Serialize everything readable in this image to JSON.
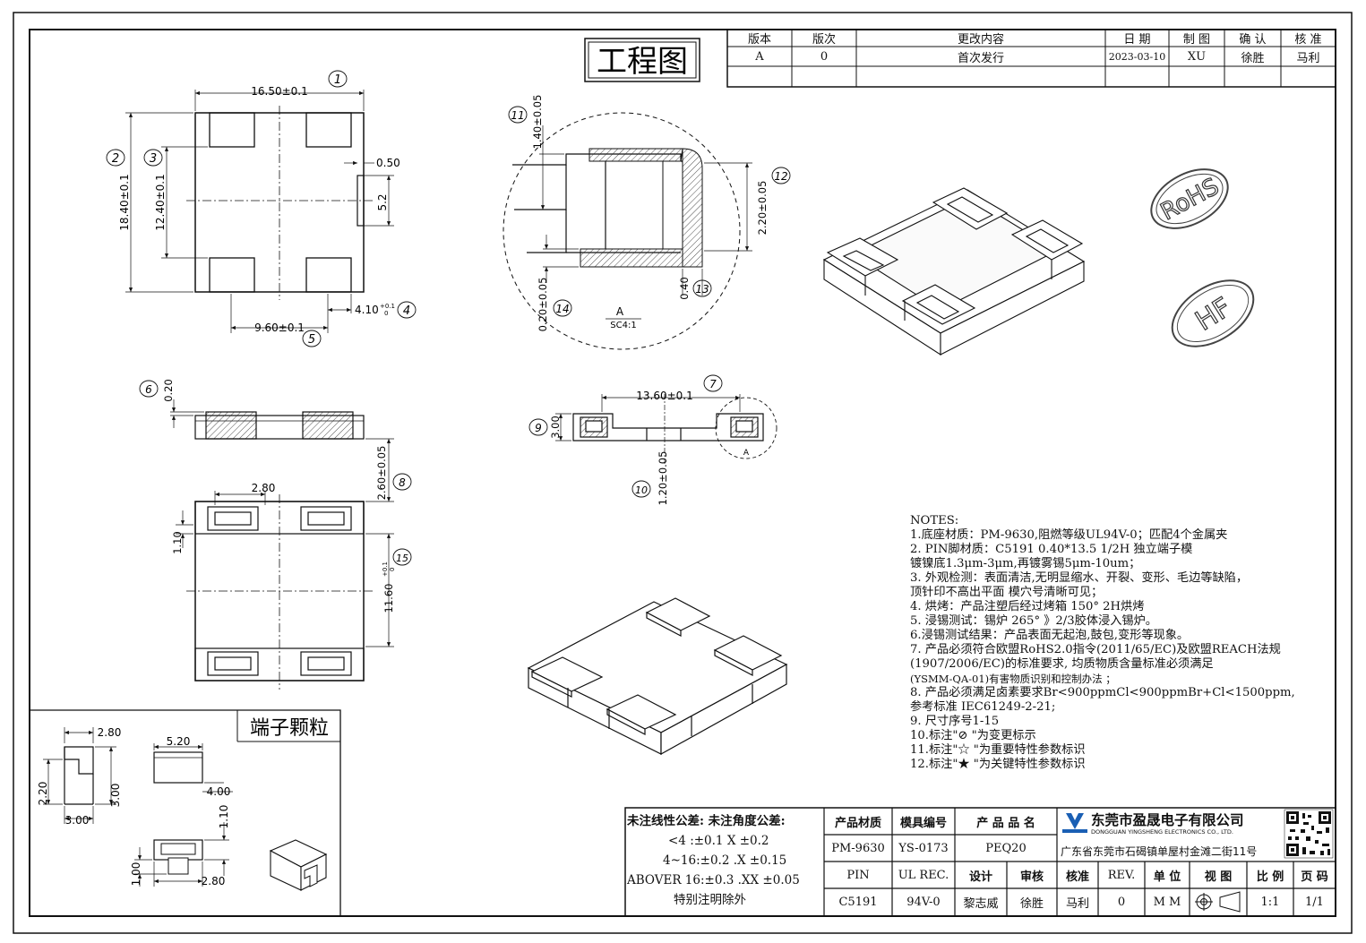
{
  "drawing_title": "工程图",
  "revision_table": {
    "headers": [
      "版本",
      "版次",
      "更改内容",
      "日 期",
      "制 图",
      "确 认",
      "核 准"
    ],
    "row": [
      "A",
      "0",
      "首次发行",
      "2023-03-10",
      "XU",
      "徐胜",
      "马利"
    ]
  },
  "marks": {
    "rohs": "RoHS",
    "hf": "HF"
  },
  "dimensions": {
    "d1": "16.50±0.1",
    "d2": "18.40±0.1",
    "d3": "12.40±0.1",
    "d_050": "0.50",
    "d_52": "5.2",
    "d4": "4.10",
    "d4_tol_up": "+0.1",
    "d4_tol_low": "0",
    "d5": "9.60±0.1",
    "d11": "1.40±0.05",
    "d12": "2.20±0.05",
    "d13": "0.40",
    "d14": "0.20±0.05",
    "d6": "0.20",
    "d7": "13.60±0.1",
    "d8": "2.60±0.05",
    "d9": "3.00",
    "d10": "1.20±0.05",
    "d_280": "2.80",
    "d_110": "1.10",
    "d15": "11.60",
    "d15_tol_up": "+0.1",
    "d15_tol_low": "0",
    "detail_label": "A",
    "detail_scale": "SC4:1",
    "detail_label_small": "A"
  },
  "balloons": [
    "1",
    "2",
    "3",
    "4",
    "5",
    "6",
    "7",
    "8",
    "9",
    "10",
    "11",
    "12",
    "13",
    "14",
    "15"
  ],
  "terminal": {
    "title": "端子颗粒",
    "d_280a": "2.80",
    "d_220": "2.20",
    "d_300a": "3.00",
    "d_300b": "3.00",
    "d_520": "5.20",
    "d_400": "4.00",
    "d_110": "1.10",
    "d_100": "1.00",
    "d_280b": "2.80"
  },
  "notes": {
    "title": "NOTES:",
    "lines": [
      "1.底座材质：PM-9630,阻燃等级UL94V-0；匹配4个金属夹",
      "2. PIN脚材质：C5191 0.40*13.5 1/2H  独立端子模",
      "    镀镍底1.3μm-3μm,再镀雾锡5μm-10um；",
      "3. 外观检测：表面清洁,无明显缩水、开裂、变形、毛边等缺陷，",
      "    顶针印不高出平面 模穴号清晰可见；",
      "4. 烘烤：产品注塑后经过烤箱 150° 2H烘烤",
      "5. 浸锡测试：锡炉 265° 》2/3胶体浸入锡炉。",
      "6.浸锡测试结果：产品表面无起泡,鼓包,变形等现象。",
      "7. 产品必须符合欧盟RoHS2.0指令(2011/65/EC)及欧盟REACH法规",
      "    (1907/2006/EC)的标准要求, 均质物质含量标准必须满足",
      "    (YSMM-QA-01)有害物质识别和控制办法 ；",
      "8. 产品必须满足卤素要求Br<900ppmCl<900ppmBr+Cl<1500ppm,",
      "    参考标准 IEC61249-2-21;",
      "9. 尺寸序号1-15",
      "10.标注\"⊘ \"为变更标示",
      "11.标注\"☆ \"为重要特性参数标识",
      "12.标注\"★ \"为关键特性参数标识"
    ]
  },
  "tolerances": {
    "header": "未注线性公差:  未注角度公差:",
    "l1": "<4 :±0.1  X ±0.2",
    "l2": "4~16:±0.2  .X ±0.15",
    "l3": "ABOVER 16:±0.3  .XX ±0.05",
    "l4": "特别注明除外"
  },
  "title_block": {
    "h_material": "产品材质",
    "h_mold": "模具编号",
    "h_name": "产 品 品 名",
    "material": "PM-9630",
    "mold": "YS-0173",
    "name": "PEQ20",
    "company": "东莞市盈晟电子有限公司",
    "company_en": "DONGGUAN YINGSHENG ELECTRONICS CO., LTD.",
    "address": "广东省东莞市石碣镇单屋村金滩二街11号",
    "r3": [
      "PIN",
      "UL REC.",
      "设计",
      "审核",
      "核准",
      "REV.",
      "单 位",
      "视 图",
      "比 例",
      "页 码"
    ],
    "r4": [
      "C5191",
      "94V-0",
      "黎志威",
      "徐胜",
      "马利",
      "0",
      "M M",
      "",
      "1:1",
      "1/1"
    ]
  }
}
